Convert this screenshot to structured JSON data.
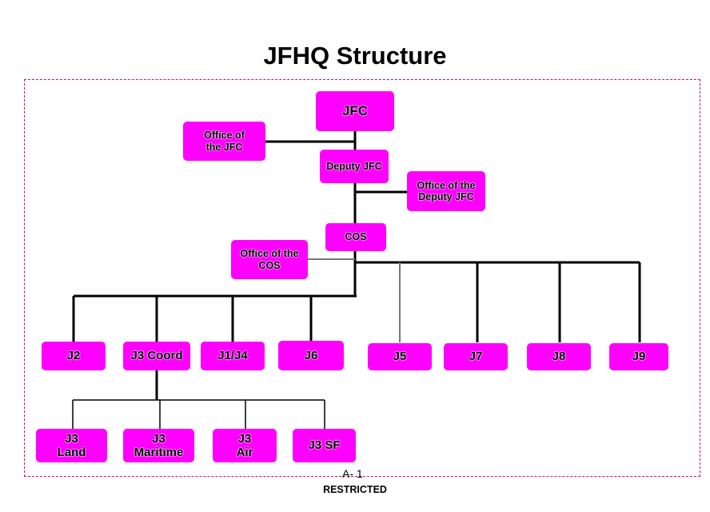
{
  "title": "JFHQ Structure",
  "footer": {
    "page": "A- 1",
    "classification": "RESTRICTED"
  },
  "colors": {
    "box_fill": "#ff00ff",
    "frame_border": "#d0106c",
    "line": "#000000"
  },
  "nodes": {
    "jfc": "JFC",
    "office_jfc": "Office of\nthe JFC",
    "deputy_jfc": "Deputy JFC",
    "office_deputy": "Office of the\nDeputy JFC",
    "cos": "COS",
    "office_cos": "Office of the\nCOS",
    "j2": "J2",
    "j3_coord": "J3 Coord",
    "j1_j4": "J1/J4",
    "j6": "J6",
    "j5": "J5",
    "j7": "J7",
    "j8": "J8",
    "j9": "J9",
    "j3_land": "J3\nLand",
    "j3_maritime": "J3\nMaritime",
    "j3_air": "J3\nAir",
    "j3_sf": "J3 SF"
  }
}
